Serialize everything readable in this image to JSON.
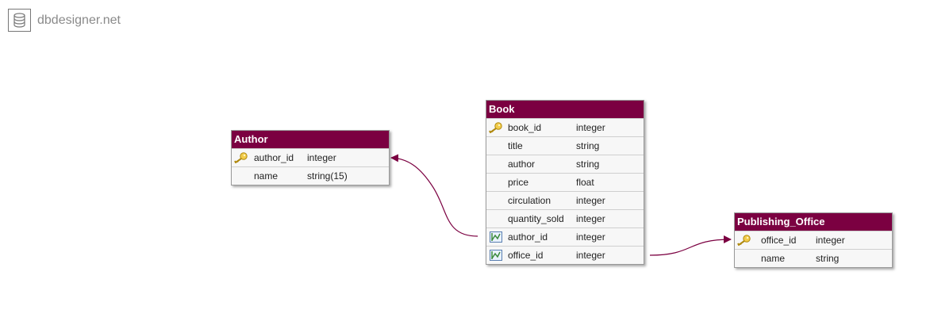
{
  "brand": {
    "name": "dbdesigner.net",
    "icon": "database-icon"
  },
  "colors": {
    "header": "#7b0041",
    "link": "#7b0041",
    "key": "#e8c13a",
    "fk": "#3a8a3a"
  },
  "tables": {
    "author": {
      "title": "Author",
      "fields": [
        {
          "name": "author_id",
          "type": "integer",
          "icon": "primary-key-icon"
        },
        {
          "name": "name",
          "type": "string(15)",
          "icon": ""
        }
      ]
    },
    "book": {
      "title": "Book",
      "fields": [
        {
          "name": "book_id",
          "type": "integer",
          "icon": "primary-key-icon"
        },
        {
          "name": "title",
          "type": "string",
          "icon": ""
        },
        {
          "name": "author",
          "type": "string",
          "icon": ""
        },
        {
          "name": "price",
          "type": "float",
          "icon": ""
        },
        {
          "name": "circulation",
          "type": "integer",
          "icon": ""
        },
        {
          "name": "quantity_sold",
          "type": "integer",
          "icon": ""
        },
        {
          "name": "author_id",
          "type": "integer",
          "icon": "foreign-key-icon"
        },
        {
          "name": "office_id",
          "type": "integer",
          "icon": "foreign-key-icon"
        }
      ]
    },
    "publishing_office": {
      "title": "Publishing_Office",
      "fields": [
        {
          "name": "office_id",
          "type": "integer",
          "icon": "primary-key-icon"
        },
        {
          "name": "name",
          "type": "string",
          "icon": ""
        }
      ]
    }
  },
  "relations": [
    {
      "from": "Book.author_id",
      "to": "Author.author_id"
    },
    {
      "from": "Book.office_id",
      "to": "Publishing_Office.office_id"
    }
  ]
}
